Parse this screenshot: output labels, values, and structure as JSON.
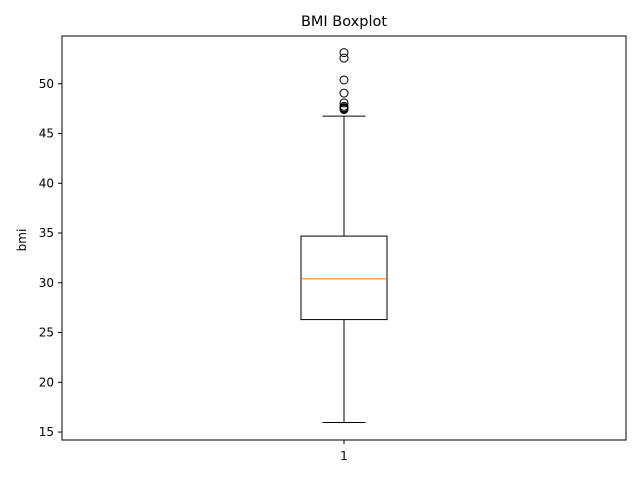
{
  "chart_data": {
    "type": "box",
    "title": "BMI Boxplot",
    "xlabel": "",
    "ylabel": "bmi",
    "categories": [
      "1"
    ],
    "ylim": [
      14.2,
      54.8
    ],
    "yticks": [
      15,
      20,
      25,
      30,
      35,
      40,
      45,
      50
    ],
    "grid": false,
    "box": {
      "whisker_low": 15.96,
      "q1": 26.3,
      "median": 30.4,
      "q3": 34.69,
      "whisker_high": 46.75,
      "outliers": [
        47.41,
        47.52,
        47.6,
        47.74,
        48.07,
        49.06,
        50.38,
        52.58,
        53.13
      ]
    },
    "colors": {
      "box": "#000000",
      "median": "#ff7f0e",
      "outlier": "#000000"
    }
  }
}
